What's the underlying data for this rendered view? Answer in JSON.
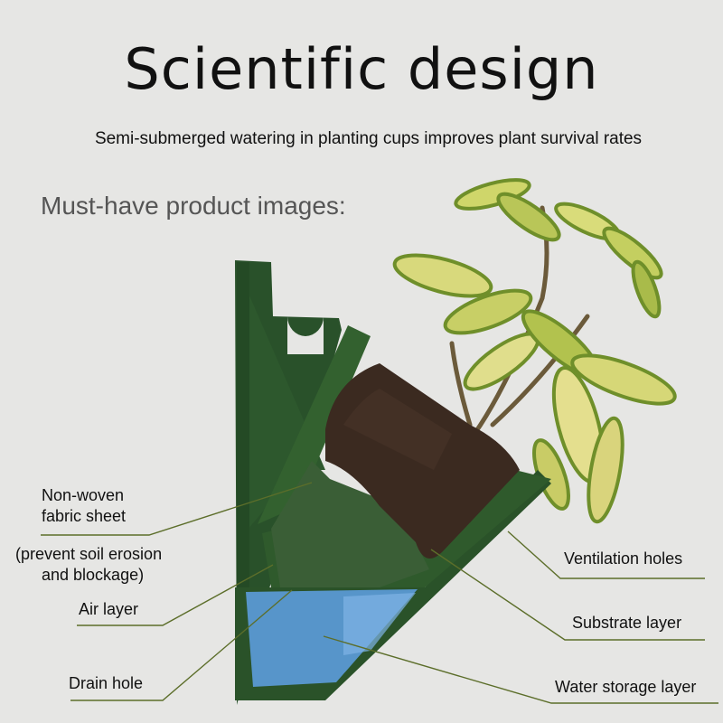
{
  "header": {
    "title": "Scientific design",
    "subtitle": "Semi-submerged watering in planting cups improves plant survival rates",
    "section": "Must-have product images:"
  },
  "labels": {
    "nonwoven_line1": "Non-woven",
    "nonwoven_line2": "fabric sheet",
    "prevent_line1": "(prevent soil erosion",
    "prevent_line2": "and blockage)",
    "air_layer": "Air layer",
    "drain_hole": "Drain hole",
    "ventilation_holes": "Ventilation holes",
    "substrate_layer": "Substrate layer",
    "water_storage_layer": "Water storage layer"
  },
  "colors": {
    "pot_green": "#2f5a2c",
    "water_blue": "#5b9bd8",
    "soil_brown": "#3b2a20",
    "leader_line": "#5c6e2a"
  }
}
